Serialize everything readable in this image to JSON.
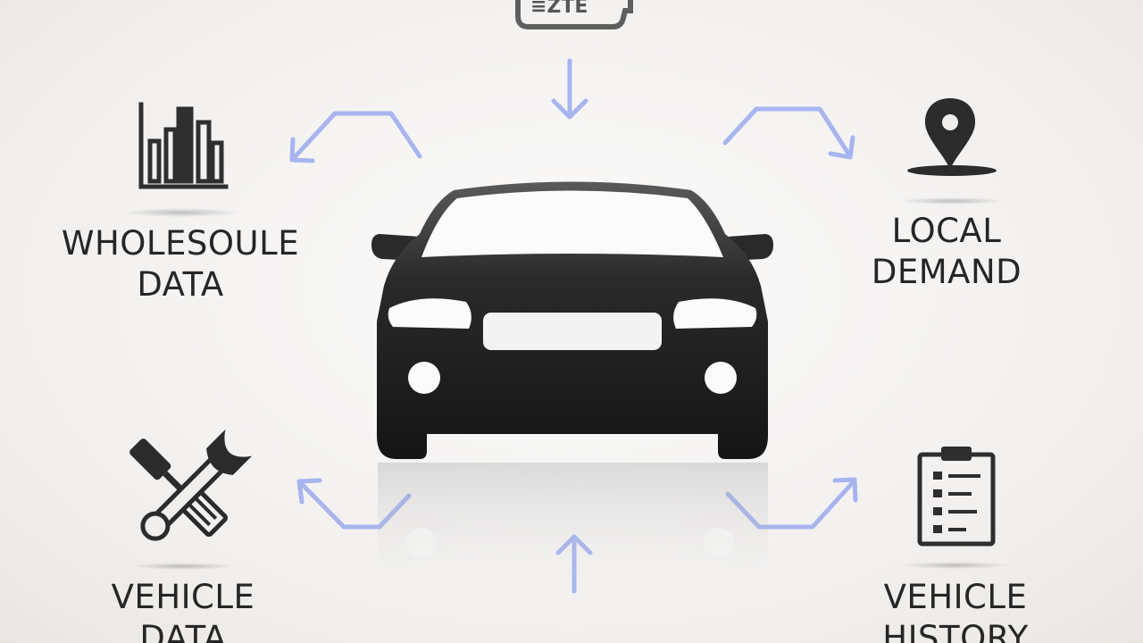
{
  "labels": {
    "wholesale": {
      "line1": "WHOLESOULE",
      "line2": "DATA"
    },
    "local_demand": {
      "line1": "LOCAL",
      "line2": "DEMAND"
    },
    "vehicle_data": {
      "line1": "VEHICLE",
      "line2": "DATA"
    },
    "vehicle_history": {
      "line1": "VEHICLE",
      "line2": "HISTORY"
    }
  },
  "top_icon_glyphs": "≡ZTE",
  "icons": {
    "top": "price-tag-icon",
    "wholesale": "bar-chart-icon",
    "local_demand": "map-pin-icon",
    "vehicle_data": "wrench-screwdriver-icon",
    "vehicle_history": "clipboard-checklist-icon",
    "center": "car-front-icon"
  },
  "colors": {
    "arrow": "#8ea0ee",
    "icon": "#2f2f2f",
    "car": "#1c1c1c",
    "text": "#262626"
  }
}
